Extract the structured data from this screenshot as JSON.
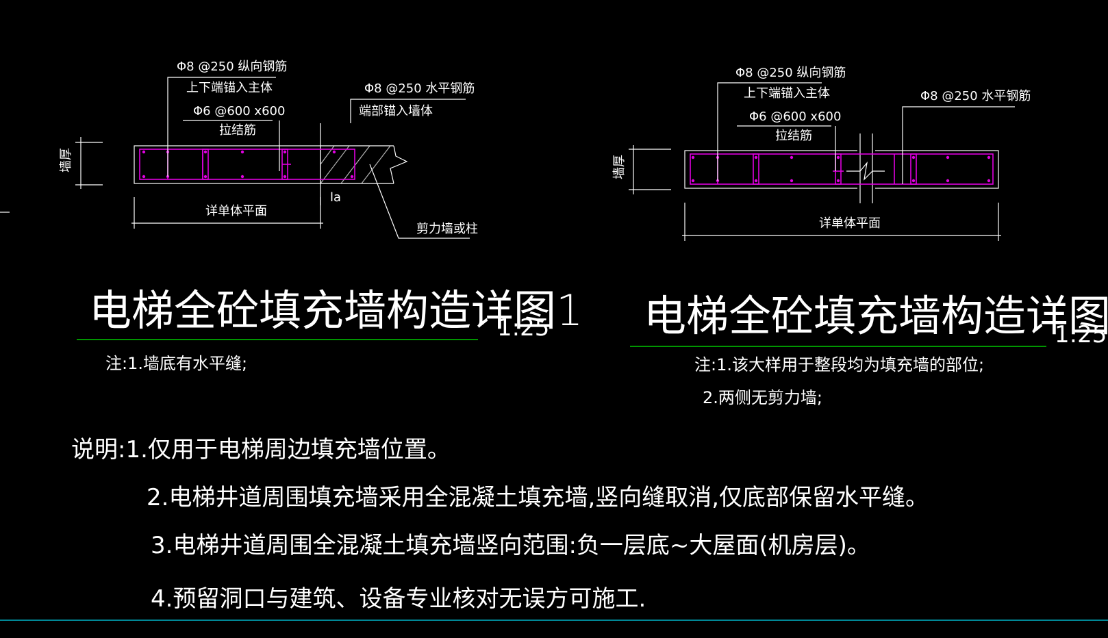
{
  "detail1": {
    "label_vert_rebar": "Φ8 @250 纵向钢筋",
    "label_vert_anchor": "上下端锚入主体",
    "label_tie_rebar": "Φ6 @600 x600",
    "label_tie_name": "拉结筋",
    "label_horiz_rebar": "Φ8 @250 水平钢筋",
    "label_horiz_anchor": "端部锚入墙体",
    "label_thickness": "墙厚",
    "label_la": "la",
    "label_plan": "详单体平面",
    "label_shear": "剪力墙或柱",
    "title": "电梯全砼填充墙构造详图1",
    "scale": "1:25",
    "note": "注:1.墙底有水平缝;"
  },
  "detail4": {
    "label_vert_rebar": "Φ8 @250 纵向钢筋",
    "label_vert_anchor": "上下端锚入主体",
    "label_tie_rebar": "Φ6 @600 x600",
    "label_tie_name": "拉结筋",
    "label_horiz_rebar": "Φ8 @250 水平钢筋",
    "label_thickness": "墙厚",
    "label_plan": "详单体平面",
    "title": "电梯全砼填充墙构造详图四",
    "scale": "1:25",
    "note_1": "注:1.该大样用于整段均为填充墙的部位;",
    "note_2": "2.两侧无剪力墙;"
  },
  "description": {
    "item_1": "说明:1.仅用于电梯周边填充墙位置。",
    "item_2": "2.电梯井道周围填充墙采用全混凝土填充墙,竖向缝取消,仅底部保留水平缝。",
    "item_3": "3.电梯井道周围全混凝土填充墙竖向范围:负一层底~大屋面(机房层)。",
    "item_4": "4.预留洞口与建筑、设备专业核对无误方可施工."
  },
  "colors": {
    "background": "#000000",
    "linework": "#ffffff",
    "rebar": "#e000e0",
    "title_underline": "#00c800",
    "border": "#00b4c8"
  }
}
